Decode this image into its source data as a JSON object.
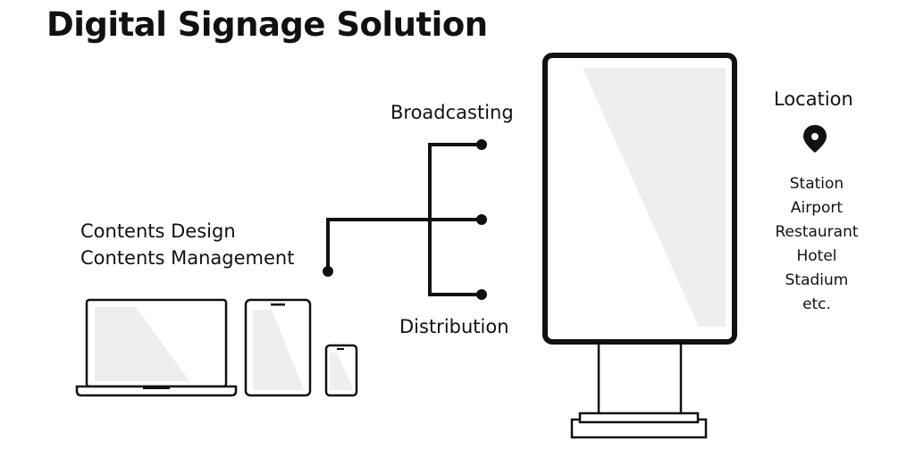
{
  "title": "Digital Signage Solution",
  "labels": {
    "broadcasting": "Broadcasting",
    "distribution": "Distribution",
    "contents_design": "Contents Design",
    "contents_management": "Contents Management"
  },
  "location": {
    "title": "Location",
    "icon": "map-pin-icon",
    "places": [
      "Station",
      "Airport",
      "Restaurant",
      "Hotel",
      "Stadium",
      "etc."
    ]
  },
  "devices": [
    "laptop-icon",
    "tablet-icon",
    "smartphone-icon",
    "signage-kiosk"
  ],
  "colors": {
    "line": "#111111",
    "screen_fill": "#eeeeee",
    "background": "#ffffff"
  }
}
